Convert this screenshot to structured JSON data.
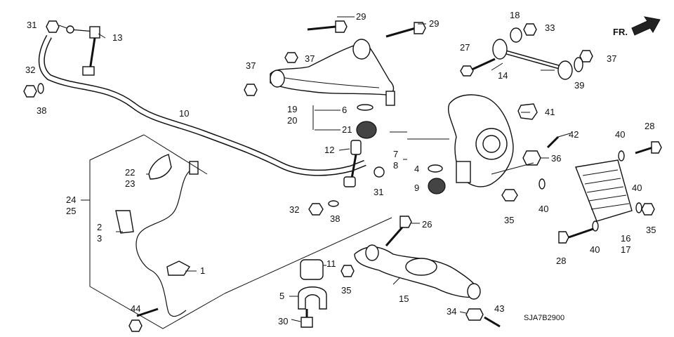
{
  "labels": {
    "n1": "1",
    "n2": "2",
    "n3": "3",
    "n4": "4",
    "n5": "5",
    "n6": "6",
    "n7": "7",
    "n8": "8",
    "n9": "9",
    "n10": "10",
    "n11": "11",
    "n12": "12",
    "n13": "13",
    "n14": "14",
    "n15": "15",
    "n16": "16",
    "n17": "17",
    "n18": "18",
    "n19": "19",
    "n20": "20",
    "n21": "21",
    "n22": "22",
    "n23": "23",
    "n24": "24",
    "n25": "25",
    "n26": "26",
    "n27": "27",
    "n28a": "28",
    "n28b": "28",
    "n29a": "29",
    "n29b": "29",
    "n30": "30",
    "n31a": "31",
    "n31b": "31",
    "n32a": "32",
    "n32b": "32",
    "n33": "33",
    "n34": "34",
    "n35a": "35",
    "n35b": "35",
    "n35c": "35",
    "n36": "36",
    "n37a": "37",
    "n37b": "37",
    "n37c": "37",
    "n38a": "38",
    "n38b": "38",
    "n39": "39",
    "n40a": "40",
    "n40b": "40",
    "n40c": "40",
    "n40d": "40",
    "n41": "41",
    "n42": "42",
    "n43": "43",
    "n44": "44"
  },
  "direction_label": "FR.",
  "diagram_code": "SJA7B2900"
}
